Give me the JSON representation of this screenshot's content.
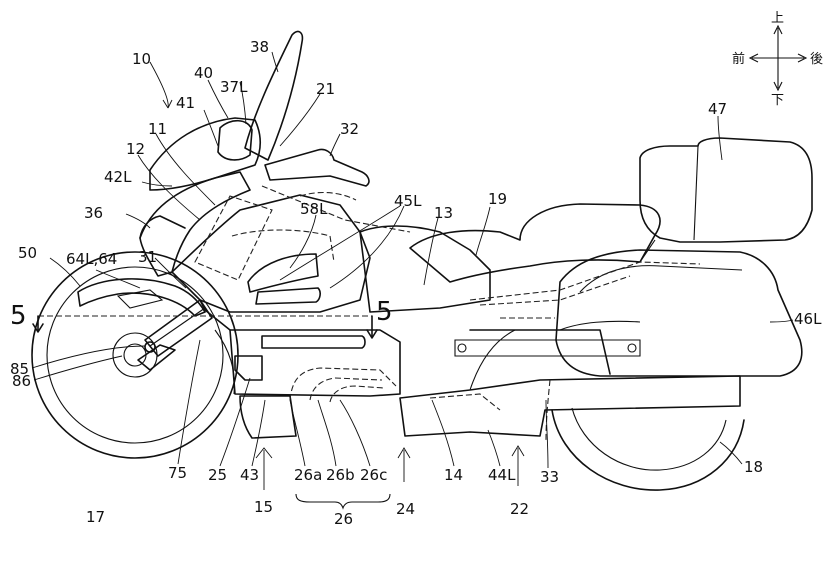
{
  "compass": {
    "up": "上",
    "down": "下",
    "front": "前",
    "rear": "後"
  },
  "section_marks": {
    "left": "5",
    "right": "5"
  },
  "labels": [
    {
      "key": "l10",
      "text": "10"
    },
    {
      "key": "l40",
      "text": "40"
    },
    {
      "key": "l37L",
      "text": "37L"
    },
    {
      "key": "l38",
      "text": "38"
    },
    {
      "key": "l21",
      "text": "21"
    },
    {
      "key": "l41",
      "text": "41"
    },
    {
      "key": "l32",
      "text": "32"
    },
    {
      "key": "l11",
      "text": "11"
    },
    {
      "key": "l12",
      "text": "12"
    },
    {
      "key": "l42L",
      "text": "42L"
    },
    {
      "key": "l36",
      "text": "36"
    },
    {
      "key": "l58L",
      "text": "58L"
    },
    {
      "key": "l45L",
      "text": "45L"
    },
    {
      "key": "l13",
      "text": "13"
    },
    {
      "key": "l19",
      "text": "19"
    },
    {
      "key": "l47",
      "text": "47"
    },
    {
      "key": "l50",
      "text": "50"
    },
    {
      "key": "l64",
      "text": "64L,64"
    },
    {
      "key": "l31",
      "text": "31"
    },
    {
      "key": "l46L",
      "text": "46L"
    },
    {
      "key": "l85",
      "text": "85"
    },
    {
      "key": "l86",
      "text": "86"
    },
    {
      "key": "l75",
      "text": "75"
    },
    {
      "key": "l25",
      "text": "25"
    },
    {
      "key": "l43",
      "text": "43"
    },
    {
      "key": "l26a",
      "text": "26a"
    },
    {
      "key": "l26b",
      "text": "26b"
    },
    {
      "key": "l26c",
      "text": "26c"
    },
    {
      "key": "l26",
      "text": "26"
    },
    {
      "key": "l14",
      "text": "14"
    },
    {
      "key": "l44L",
      "text": "44L"
    },
    {
      "key": "l33",
      "text": "33"
    },
    {
      "key": "l18",
      "text": "18"
    },
    {
      "key": "l17",
      "text": "17"
    },
    {
      "key": "l15",
      "text": "15"
    },
    {
      "key": "l24",
      "text": "24"
    },
    {
      "key": "l22",
      "text": "22"
    }
  ]
}
